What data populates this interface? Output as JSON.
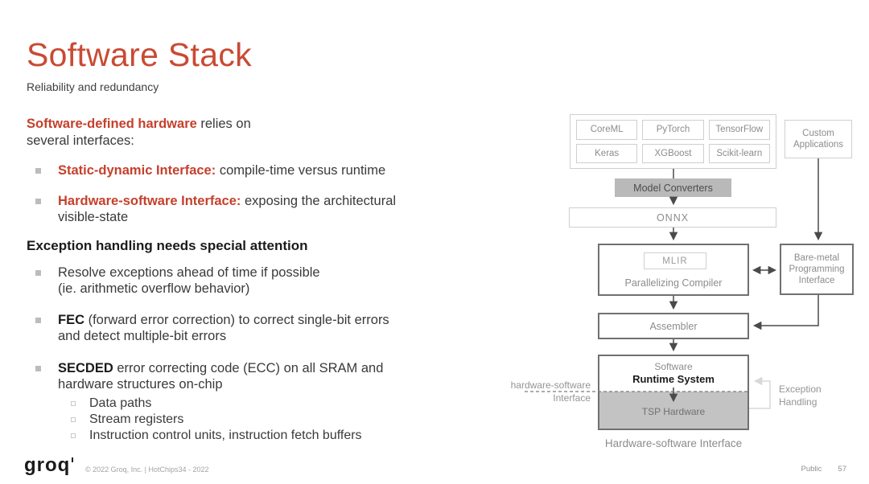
{
  "slide": {
    "title": "Software Stack",
    "subtitle": "Reliability and redundancy"
  },
  "content": {
    "intro": {
      "bold": "Software-defined hardware",
      "rest": " relies on\nseveral interfaces:"
    },
    "bullets1": [
      {
        "bold": "Static-dynamic Interface:",
        "rest": " compile-time versus runtime"
      },
      {
        "bold": "Hardware-software Interface:",
        "rest": " exposing the architectural\nvisible-state"
      }
    ],
    "heading2": "Exception handling needs special attention",
    "bullets2": [
      {
        "rest": "Resolve exceptions ahead of time if possible\n(ie. arithmetic overflow behavior)"
      },
      {
        "bold": "FEC",
        "rest": " (forward error correction) to correct single-bit errors\nand detect multiple-bit errors"
      },
      {
        "bold": "SECDED",
        "rest": " error correcting code (ECC) on all SRAM and\nhardware structures on-chip"
      }
    ],
    "sub_bullets": [
      "Data paths",
      "Stream registers",
      "Instruction control units, instruction fetch buffers"
    ]
  },
  "diagram": {
    "frameworks": [
      "CoreML",
      "PyTorch",
      "TensorFlow",
      "Keras",
      "XGBoost",
      "Scikit-learn"
    ],
    "custom_applications": "Custom\nApplications",
    "model_converters": "Model Converters",
    "onnx": "ONNX",
    "mlir": "MLIR",
    "parallelizing_compiler": "Parallelizing Compiler",
    "bare_metal": "Bare-metal\nProgramming\nInterface",
    "assembler": "Assembler",
    "runtime_line1": "Software",
    "runtime_line2": "Runtime System",
    "tsp_hardware": "TSP Hardware",
    "hw_sw_label": "hardware-software\nInterface",
    "exception_label": "Exception\nHandling",
    "caption": "Hardware-software Interface"
  },
  "footer": {
    "logo": "groq",
    "copyright": "© 2022 Groq, Inc. | HotChips34 - 2022",
    "classification": "Public",
    "page": "57"
  },
  "colors": {
    "title_red": "#ca4a33",
    "accent_red": "#c5402c",
    "body_text": "#3a3a3a",
    "heading_text": "#1b1b1b",
    "bullet_square": "#bcbcbc",
    "diagram_border_light": "#cfcfcf",
    "diagram_border_dark": "#707070",
    "diagram_text": "#8c8c8c",
    "model_converters_fill": "#b9b9b9",
    "tsp_fill": "#c3c3c3",
    "arrow": "#4a4a4a",
    "exception_connector": "#d8d8d8",
    "footer_text": "#a3a3a3"
  }
}
